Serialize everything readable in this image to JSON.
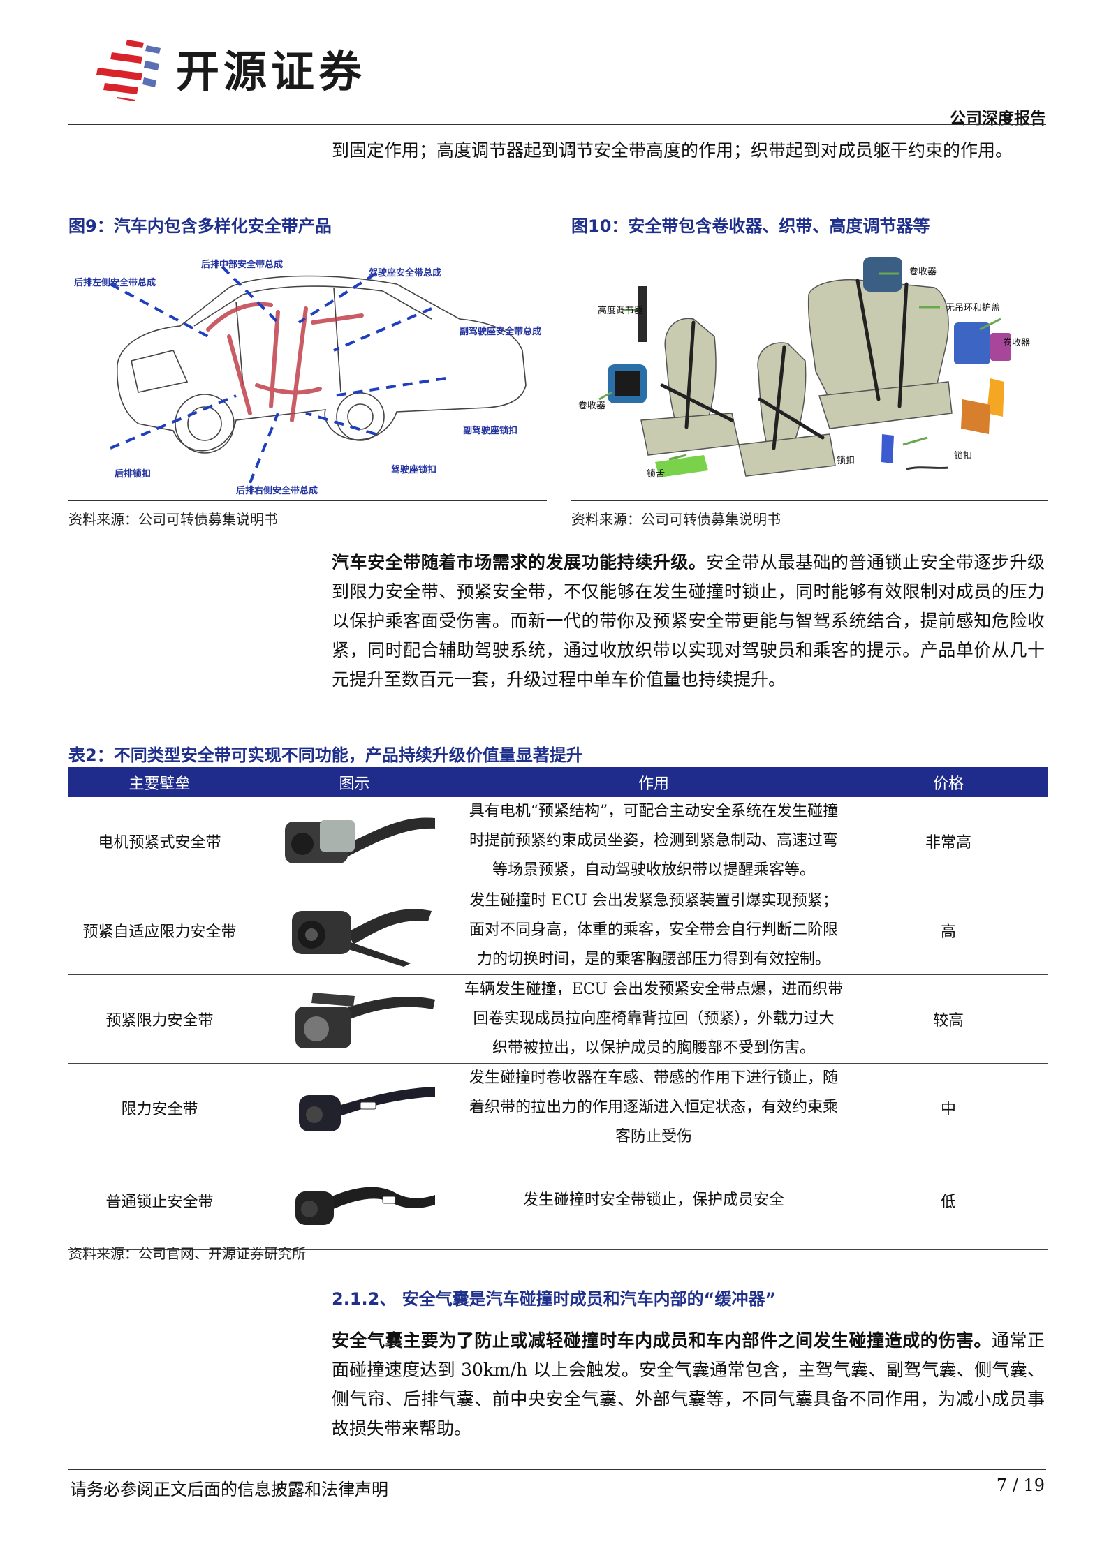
{
  "header": {
    "brand": "开源证券",
    "report_type": "公司深度报告"
  },
  "intro": {
    "text": "到固定作用；高度调节器起到调节安全带高度的作用；织带起到对成员躯干约束的作用。"
  },
  "figure9": {
    "title": "图9：汽车内包含多样化安全带产品",
    "labels": {
      "rear_left": "后排左侧安全带总成",
      "rear_middle": "后排中部安全带总成",
      "driver_seat": "驾驶座安全带总成",
      "passenger_seat": "副驾驶座安全带总成",
      "passenger_buckle": "副驾驶座锁扣",
      "driver_buckle": "驾驶座锁扣",
      "rear_buckle": "后排锁扣",
      "rear_right": "后排右侧安全带总成"
    },
    "source": "资料来源：公司可转债募集说明书"
  },
  "figure10": {
    "title": "图10：安全带包含卷收器、织带、高度调节器等",
    "labels": {
      "height_adjuster": "高度调节器",
      "retractor_top": "卷收器",
      "guide_ring": "无吊环和护盖",
      "retractor_right": "卷收器",
      "retractor_left": "卷收器",
      "buckle_right": "锁扣",
      "buckle_middle": "锁扣",
      "tongue": "锁舌"
    },
    "source": "资料来源：公司可转债募集说明书"
  },
  "paragraph1": {
    "bold": "汽车安全带随着市场需求的发展功能持续升级。",
    "text": "安全带从最基础的普通锁止安全带逐步升级到限力安全带、预紧安全带，不仅能够在发生碰撞时锁止，同时能够有效限制对成员的压力以保护乘客面受伤害。而新一代的带你及预紧安全带更能与智驾系统结合，提前感知危险收紧，同时配合辅助驾驶系统，通过收放织带以实现对驾驶员和乘客的提示。产品单价从几十元提升至数百元一套，升级过程中单车价值量也持续提升。"
  },
  "table2": {
    "title": "表2：不同类型安全带可实现不同功能，产品持续升级价值量显著提升",
    "columns": [
      "主要壁垒",
      "图示",
      "作用",
      "价格"
    ],
    "rows": [
      {
        "name": "电机预紧式安全带",
        "function": [
          "具有电机“预紧结构”，可配合主动安全系统在发生碰撞",
          "时提前预紧约束成员坐姿，检测到紧急制动、高速过弯",
          "等场景预紧，自动驾驶收放织带以提醒乘客等。"
        ],
        "price": "非常高"
      },
      {
        "name": "预紧自适应限力安全带",
        "function": [
          "发生碰撞时 ECU 会出发紧急预紧装置引爆实现预紧；",
          "面对不同身高，体重的乘客，安全带会自行判断二阶限",
          "力的切换时间，是的乘客胸腰部压力得到有效控制。"
        ],
        "price": "高"
      },
      {
        "name": "预紧限力安全带",
        "function": [
          "车辆发生碰撞，ECU 会出发预紧安全带点爆，进而织带",
          "回卷实现成员拉向座椅靠背拉回（预紧），外载力过大",
          "织带被拉出，以保护成员的胸腰部不受到伤害。"
        ],
        "price": "较高"
      },
      {
        "name": "限力安全带",
        "function": [
          "发生碰撞时卷收器在车感、带感的作用下进行锁止，随",
          "着织带的拉出力的作用逐渐进入恒定状态，有效约束乘",
          "客防止受伤"
        ],
        "price": "中"
      },
      {
        "name": "普通锁止安全带",
        "function": [
          "发生碰撞时安全带锁止，保护成员安全"
        ],
        "price": "低"
      }
    ],
    "source": "资料来源：公司官网、开源证券研究所"
  },
  "section": {
    "title": "2.1.2、 安全气囊是汽车碰撞时成员和汽车内部的“缓冲器”"
  },
  "paragraph2": {
    "bold": "安全气囊主要为了防止或减轻碰撞时车内成员和车内部件之间发生碰撞造成的伤害。",
    "text": "通常正面碰撞速度达到 30km/h 以上会触发。安全气囊通常包含，主驾气囊、副驾气囊、侧气囊、侧气帘、后排气囊、前中央安全气囊、外部气囊等，不同气囊具备不同作用，为减小成员事故损失带来帮助。"
  },
  "footer": {
    "disclaimer": "请务必参阅正文后面的信息披露和法律声明",
    "page": "7 / 19"
  }
}
